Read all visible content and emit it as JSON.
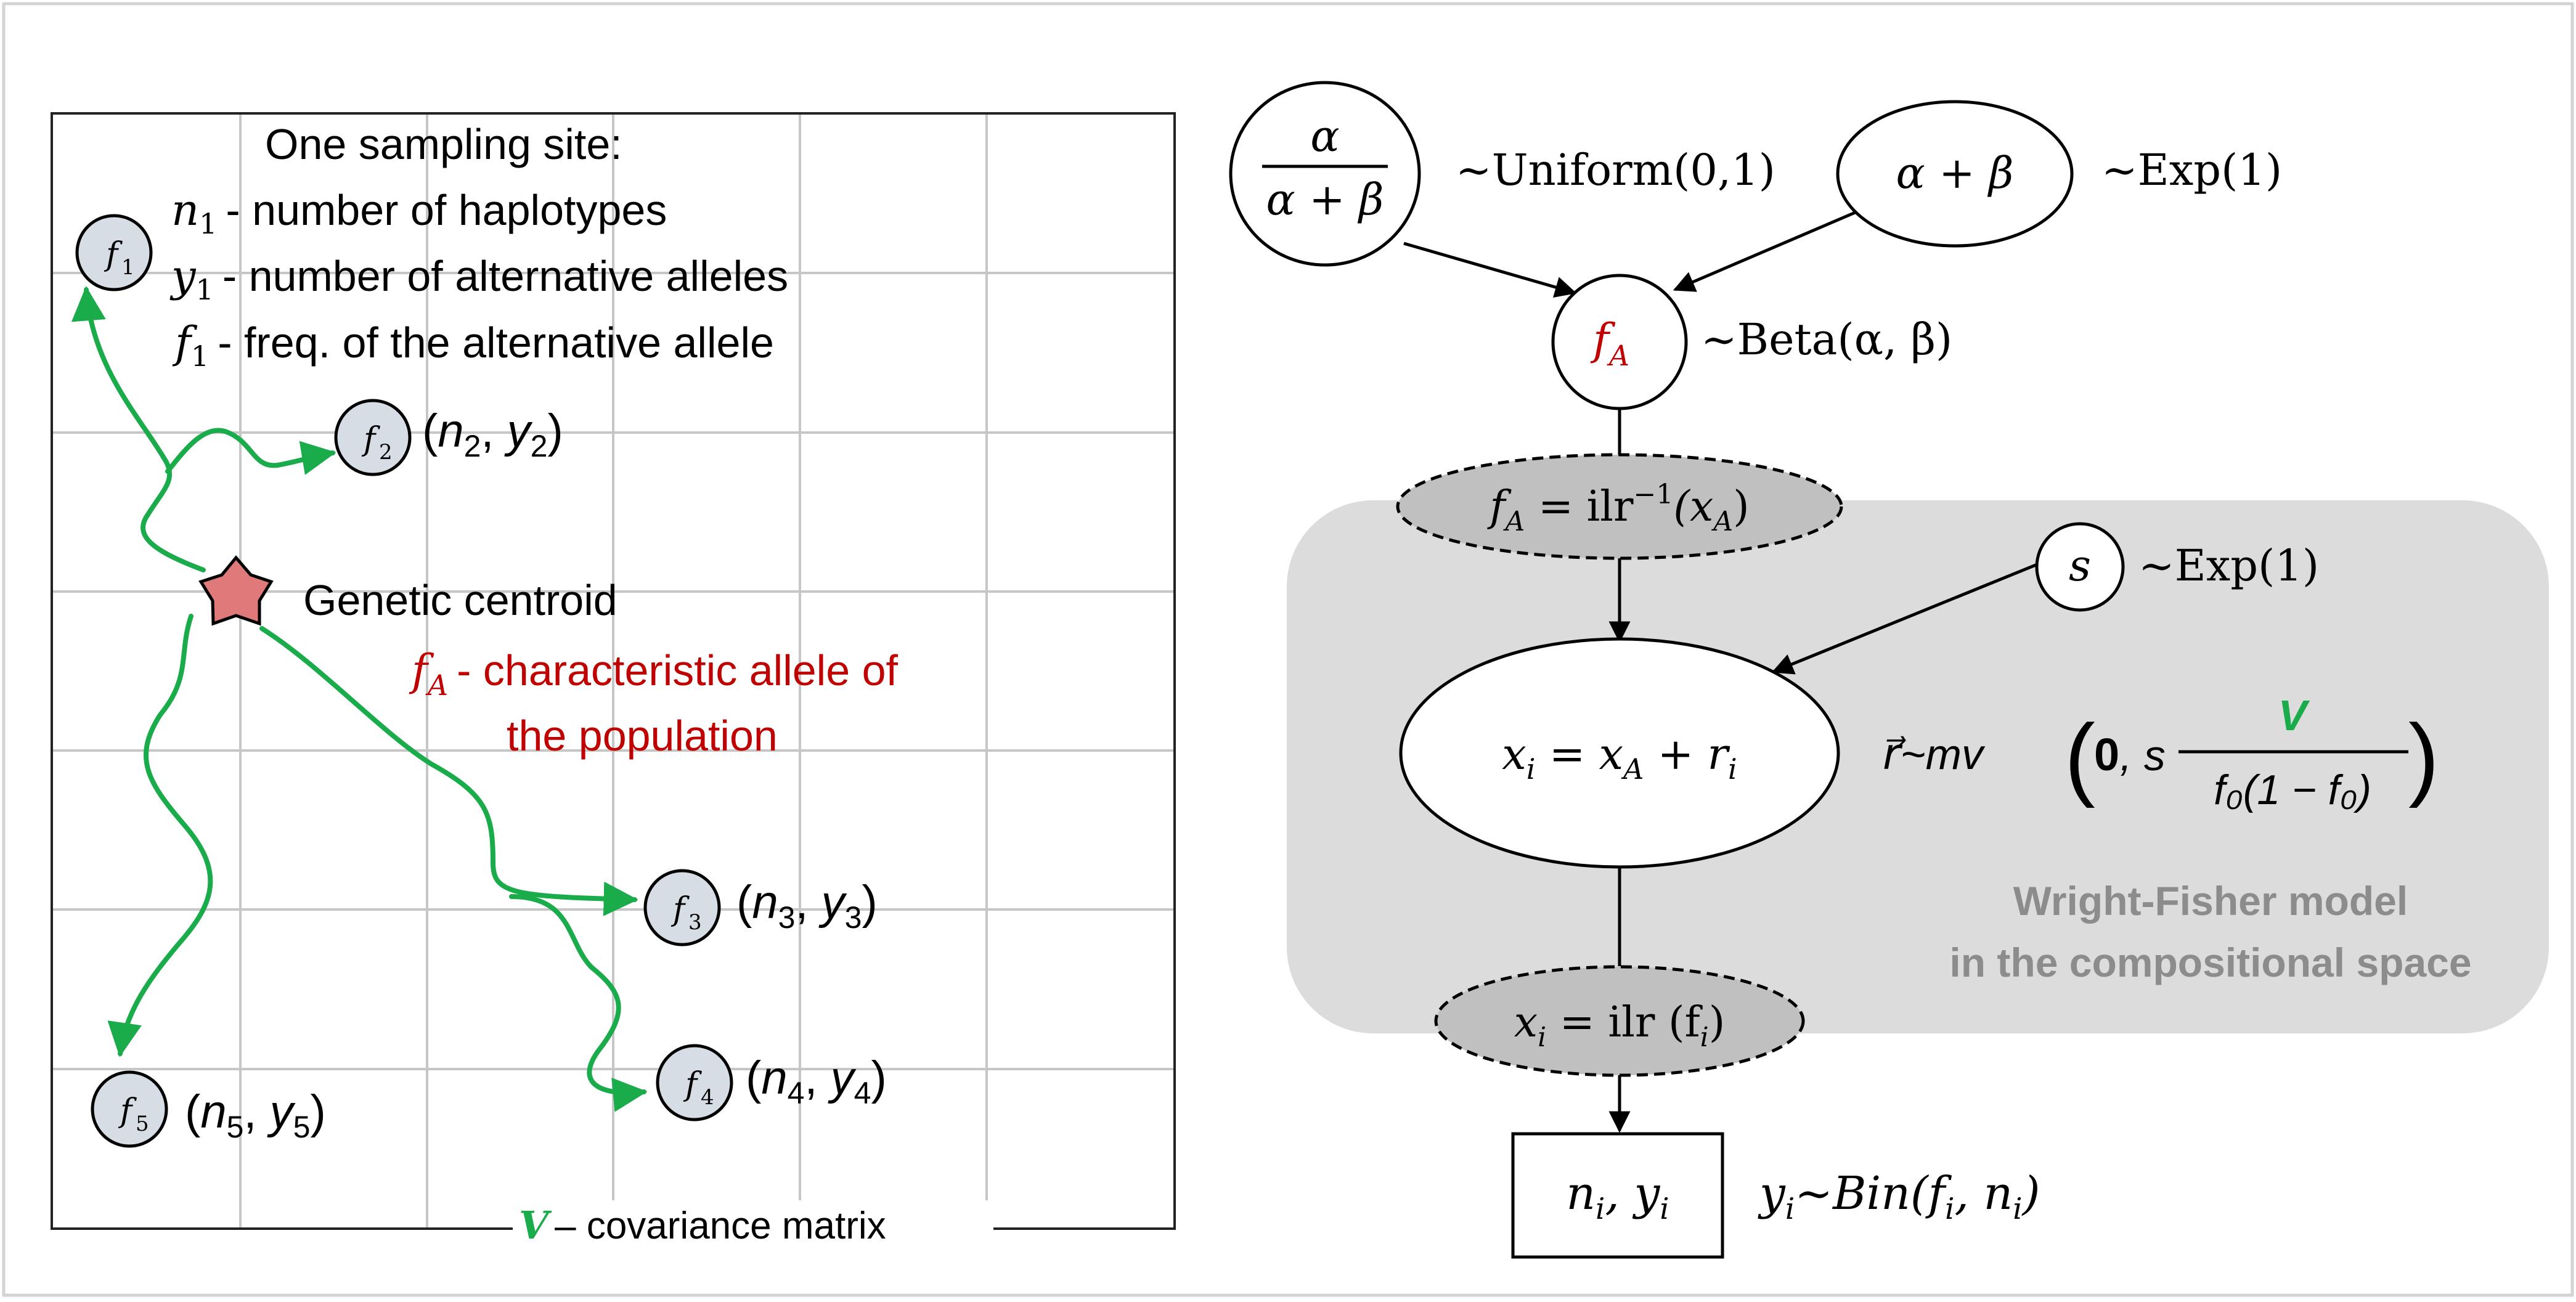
{
  "colors": {
    "accent_red": "#c00000",
    "green": "#1aab4b",
    "star_fill": "#e07a7a",
    "node_fill": "#d6dde5",
    "dashed_fill": "#c0c0c0",
    "panel_fill": "#dcdcdc",
    "panel_text": "#8c8c8c",
    "grid": "#c6c6c6",
    "frame": "#d4d4d4"
  },
  "left": {
    "site_title": "One sampling site:",
    "legend": [
      {
        "sym": "n",
        "sub": "1",
        "text": "- number of haplotypes"
      },
      {
        "sym": "y",
        "sub": "1",
        "text": "- number of alternative alleles"
      },
      {
        "sym": "f",
        "sub": "1",
        "text": "- freq. of the alternative allele"
      }
    ],
    "centroid_label": "Genetic centroid",
    "fa_sym": "f",
    "fa_sub": "A",
    "fa_text_line1": "- characteristic allele of",
    "fa_text_line2": "the population",
    "cov_sym": "V",
    "cov_text": "– covariance matrix",
    "nodes": [
      {
        "sym": "f",
        "sub": "1",
        "pair": ""
      },
      {
        "sym": "f",
        "sub": "2",
        "pair_a": "n",
        "sub_a": "2",
        "pair_b": "y",
        "sub_b": "2"
      },
      {
        "sym": "f",
        "sub": "3",
        "pair_a": "n",
        "sub_a": "3",
        "pair_b": "y",
        "sub_b": "3"
      },
      {
        "sym": "f",
        "sub": "4",
        "pair_a": "n",
        "sub_a": "4",
        "pair_b": "y",
        "sub_b": "4"
      },
      {
        "sym": "f",
        "sub": "5",
        "pair_a": "n",
        "sub_a": "5",
        "pair_b": "y",
        "sub_b": "5"
      }
    ]
  },
  "right": {
    "n1_num": "α",
    "n1_den": "α + β",
    "n1_dist": "~Uniform(0,1)",
    "n2_label": "α + β",
    "n2_dist": "~Exp(1)",
    "fa_node_sym": "f",
    "fa_node_sub": "A",
    "fa_dist": "~Beta(α, β)",
    "ilr_inv_left": "f",
    "ilr_inv_left_sub": "A",
    "ilr_inv_mid": " = ilr",
    "ilr_inv_sup": "−1",
    "ilr_inv_arg": "(x",
    "ilr_inv_arg_sub": "A",
    "ilr_inv_close": ")",
    "s_label": "s",
    "s_dist": "~Exp(1)",
    "xi_eq": "x",
    "xi_eq_sub": "i",
    "xi_eq_mid": " = x",
    "xi_eq_sub2": "A",
    "xi_eq_plus": " + r",
    "xi_eq_sub3": "i",
    "mvn_left": "r⃗~mv𝒩",
    "mvn_zero": "0",
    "mvn_s": ", s",
    "mvn_V": "V",
    "mvn_den": "f₀(1 − f₀)",
    "panel_title_1": "Wright-Fisher model",
    "panel_title_2": "in the compositional space",
    "ilr_left": "x",
    "ilr_left_sub": "i",
    "ilr_mid": " = ilr (f",
    "ilr_mid_sub": "i",
    "ilr_close": ")",
    "obs_label": "n",
    "obs_sub1": "i",
    "obs_comma": ", y",
    "obs_sub2": "i",
    "bin_left": "y",
    "bin_sub": "i",
    "bin_rest": "~Bin(f",
    "bin_sub2": "i",
    "bin_mid": ", n",
    "bin_sub3": "i",
    "bin_close": ")"
  }
}
